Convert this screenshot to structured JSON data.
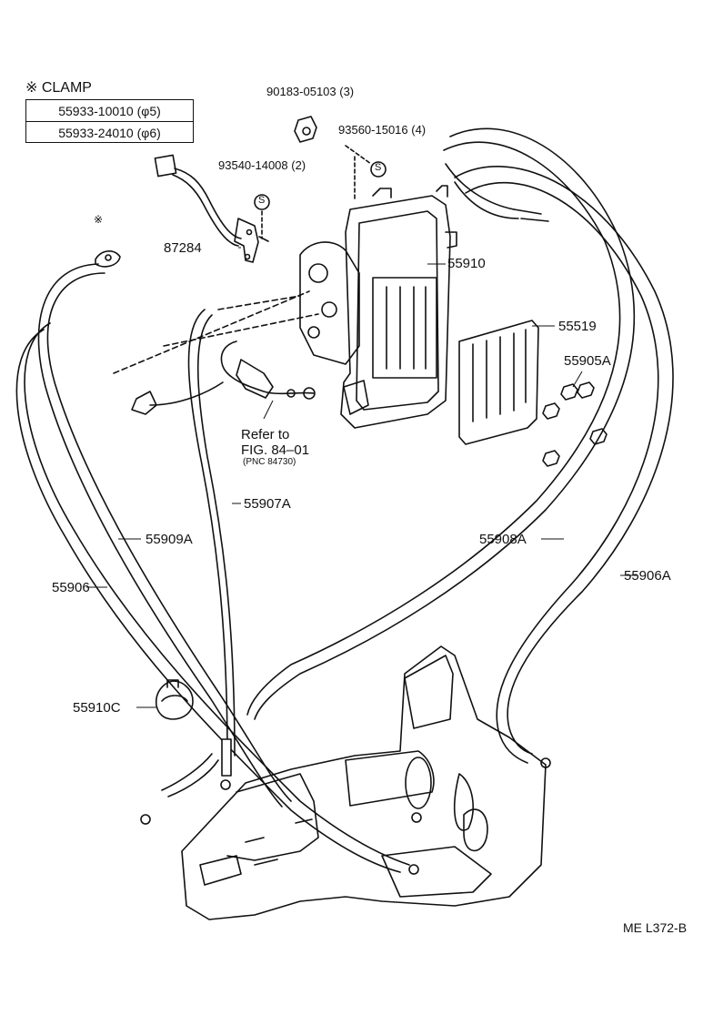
{
  "legend": {
    "title": "※ CLAMP",
    "rows": [
      "55933-10010 (φ5)",
      "55933-24010 (φ6)"
    ]
  },
  "labels": {
    "p90183": "90183-05103 (3)",
    "p93560": "93560-15016 (4)",
    "p93540": "93540-14008 (2)",
    "p87284": "87284",
    "p55910": "55910",
    "p55519": "55519",
    "p55905A": "55905A",
    "refer1": "Refer to",
    "refer2": "FIG. 84–01",
    "refer3": "(PNC 84730)",
    "p55907A": "55907A",
    "p55909A": "55909A",
    "p55906": "55906",
    "p55908A": "55908A",
    "p55906A": "55906A",
    "p55910C": "55910C",
    "clamp_mark": "※",
    "screw_mark": "S",
    "code": "ME L372-B"
  }
}
